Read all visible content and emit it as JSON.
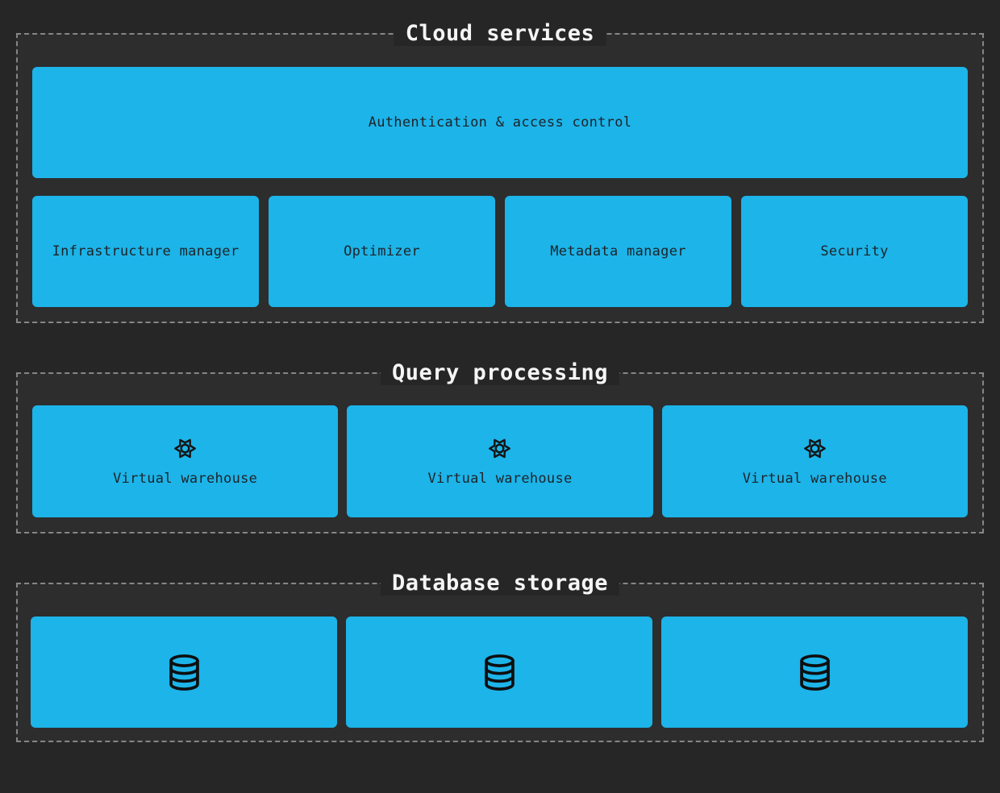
{
  "colors": {
    "accent": "#1cb4e9",
    "page_background": "#262626",
    "section_background": "#2d2d2d",
    "dashed_border": "#868686",
    "box_text": "#1f2328",
    "title_text": "#f5f5f5"
  },
  "sections": {
    "cloud_services": {
      "title": "Cloud services",
      "auth_box": {
        "label": "Authentication & access control"
      },
      "boxes": [
        {
          "label": "Infrastructure manager"
        },
        {
          "label": "Optimizer"
        },
        {
          "label": "Metadata manager"
        },
        {
          "label": "Security"
        }
      ]
    },
    "query_processing": {
      "title": "Query processing",
      "warehouses": [
        {
          "icon": "gear-icon",
          "label": "Virtual warehouse"
        },
        {
          "icon": "gear-icon",
          "label": "Virtual warehouse"
        },
        {
          "icon": "gear-icon",
          "label": "Virtual warehouse"
        }
      ]
    },
    "database_storage": {
      "title": "Database storage",
      "databases": [
        {
          "icon": "database-icon"
        },
        {
          "icon": "database-icon"
        },
        {
          "icon": "database-icon"
        }
      ]
    }
  }
}
